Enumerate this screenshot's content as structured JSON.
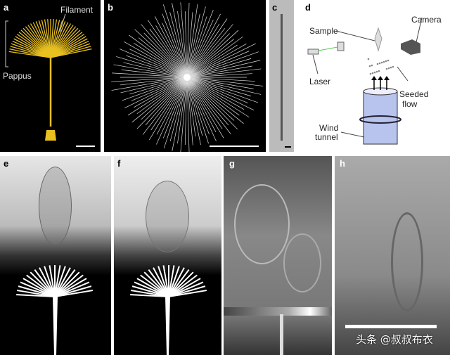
{
  "panels": {
    "a": {
      "label": "a",
      "filament": "Filament",
      "pappus": "Pappus"
    },
    "b": {
      "label": "b"
    },
    "c": {
      "label": "c"
    },
    "d": {
      "label": "d",
      "camera": "Camera",
      "sample": "Sample",
      "laser": "Laser",
      "seeded": "Seeded",
      "flow": "flow",
      "wind": "Wind",
      "tunnel": "tunnel"
    },
    "e": {
      "label": "e"
    },
    "f": {
      "label": "f"
    },
    "g": {
      "label": "g"
    },
    "h": {
      "label": "h"
    }
  },
  "watermark": "头条 @叔叔布衣"
}
